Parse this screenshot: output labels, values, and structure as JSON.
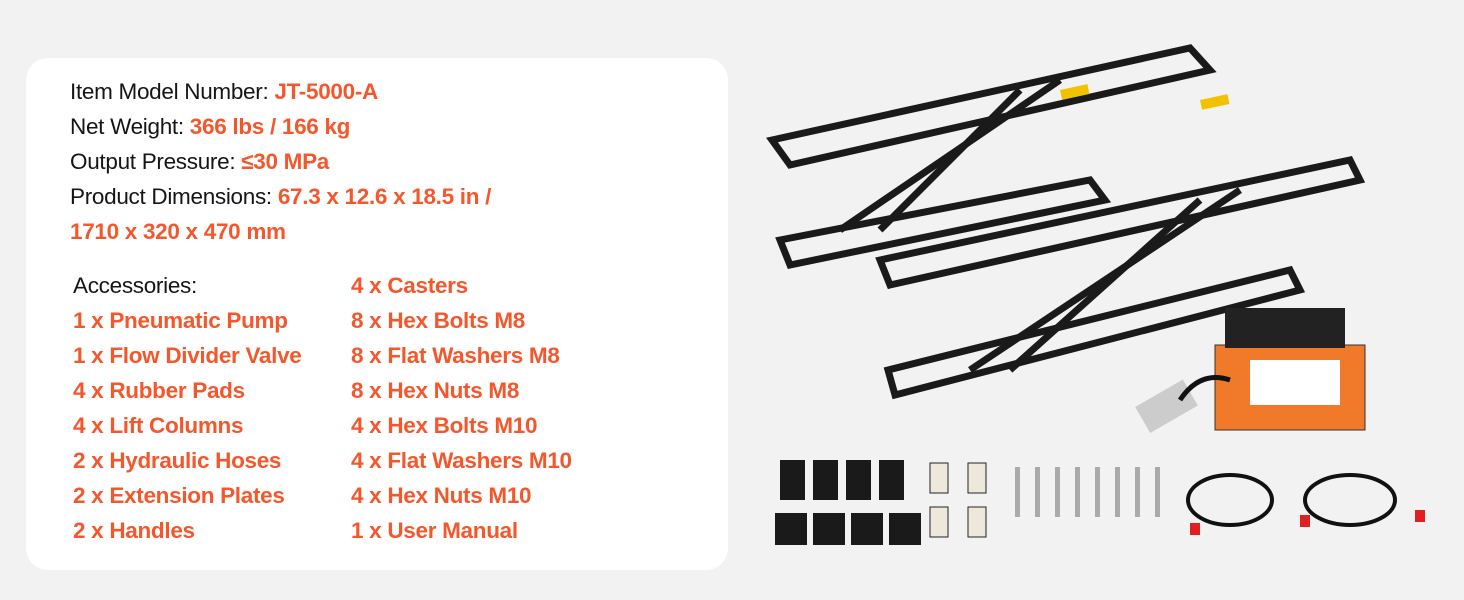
{
  "specs": {
    "model_label": "Item Model Number:",
    "model_value": "JT-5000-A",
    "weight_label": "Net Weight:",
    "weight_value": "366 lbs / 166 kg",
    "pressure_label": "Output Pressure:",
    "pressure_value": "≤30 MPa",
    "dimensions_label": "Product Dimensions:",
    "dimensions_value_1": "67.3 x 12.6 x 18.5 in /",
    "dimensions_value_2": "1710 x 320 x 470 mm"
  },
  "accessories": {
    "heading": "Accessories:",
    "left": [
      "1 x Pneumatic Pump",
      "1 x Flow Divider Valve",
      "4 x Rubber Pads",
      "4 x Lift Columns",
      "2 x Hydraulic Hoses",
      "2 x Extension Plates",
      "2 x Handles"
    ],
    "right": [
      "4 x Casters",
      "8 x Hex Bolts M8",
      "8 x Flat Washers M8",
      "8 x Hex Nuts M8",
      "4 x Hex Bolts M10",
      "4 x Flat Washers M10",
      "4 x Hex Nuts M10",
      "1 x User Manual"
    ]
  },
  "colors": {
    "accent": "#f4572c",
    "text": "#151515",
    "background": "#f2f2f2",
    "card": "#ffffff"
  }
}
